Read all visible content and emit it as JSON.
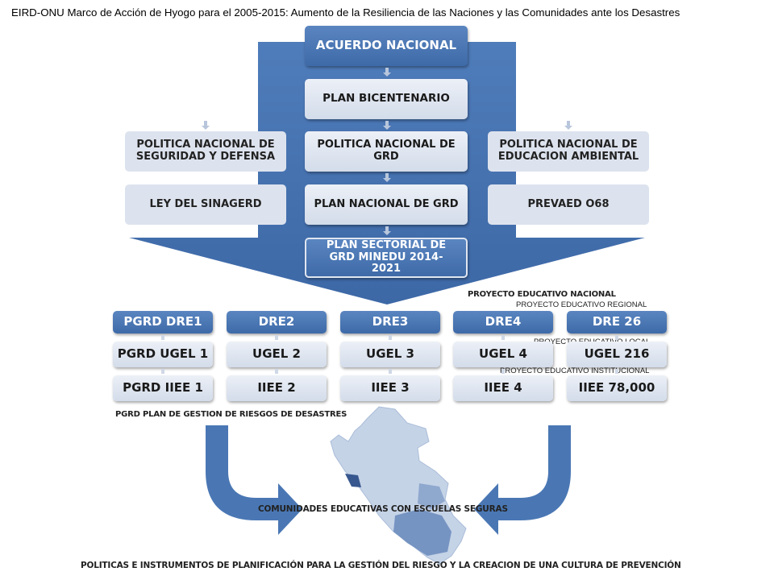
{
  "title": "EIRD-ONU  Marco de Acción de Hyogo para el 2005-2015: Aumento de la Resiliencia de las Naciones y las Comunidades ante los Desastres",
  "center": {
    "acuerdo": "ACUERDO NACIONAL",
    "bicentenario": "PLAN BICENTENARIO",
    "politica_grd": "POLITICA NACIONAL DE GRD",
    "plan_nacional": "PLAN NACIONAL DE GRD",
    "plan_sectorial": "PLAN SECTORIAL DE GRD MINEDU 2014-2021"
  },
  "left": {
    "politica": "POLITICA NACIONAL DE SEGURIDAD Y DEFENSA",
    "ley": "LEY DEL SINAGERD"
  },
  "right": {
    "politica": "POLITICA NACIONAL DE EDUCACION AMBIENTAL",
    "prevaed": "PREVAED O68"
  },
  "columns": [
    {
      "dre": "PGRD DRE1",
      "ugel": "PGRD UGEL 1",
      "iiee": "PGRD IIEE 1"
    },
    {
      "dre": "DRE2",
      "ugel": "UGEL 2",
      "iiee": "IIEE 2"
    },
    {
      "dre": "DRE3",
      "ugel": "UGEL 3",
      "iiee": "IIEE 3"
    },
    {
      "dre": "DRE4",
      "ugel": "UGEL 4",
      "iiee": "IIEE 4"
    },
    {
      "dre": "DRE 26",
      "ugel": "UGEL 216",
      "iiee": "IIEE 78,000"
    }
  ],
  "labels": {
    "proyecto_nacional": "PROYECTO EDUCATIVO  NACIONAL",
    "proyecto_regional": "PROYECTO EDUCATIVO REGIONAL",
    "proyecto_local": "PROYECTO EDUCATIVO LOCAL",
    "proyecto_institucional": "PROYECTO EDUCATIVO INSTITUCIONAL",
    "pgrd": "PGRD PLAN DE GESTION  DE RIESGOS DE DESASTRES",
    "comunidades": "COMUNIDADES EDUCATIVAS CON ESCUELAS SEGURAS",
    "footer": "POLITICAS E INSTRUMENTOS  DE PLANIFICACIÓN PARA LA GESTIÓN  DEL RIESGO Y LA CREACION DE UNA CULTURA DE PREVENCIÓN"
  },
  "colors": {
    "arrow_blue": "#4a77b4",
    "box_dark": "#4a77b4",
    "box_light": "#dde3ee"
  }
}
